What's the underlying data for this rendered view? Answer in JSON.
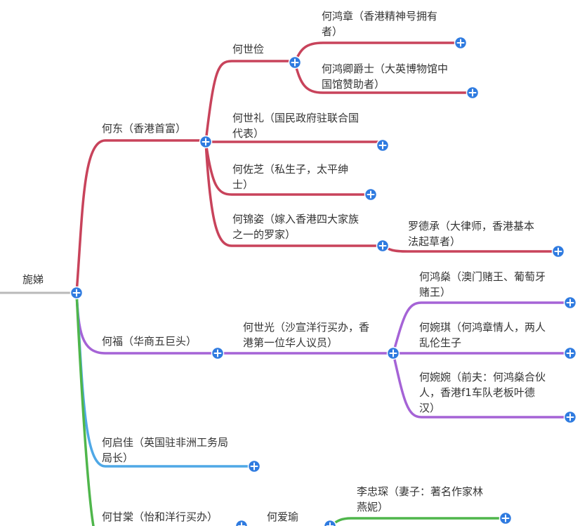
{
  "colors": {
    "root_line": "#b9b9b9",
    "red": "#c8435b",
    "purple": "#a563d6",
    "blue": "#4fa8e6",
    "green": "#4fb64b",
    "node_fill": "#2f7be0",
    "text": "#333333"
  },
  "root": {
    "label": "旎娣"
  },
  "branches": {
    "hedong": {
      "label": "何东（香港首富）"
    },
    "heshijian": {
      "label": "何世俭"
    },
    "hehongzhang": {
      "line1": "何鸿章（香港精神号拥有",
      "line2": "者）"
    },
    "hehongqing": {
      "line1": "何鸿卿爵士（大英博物馆中",
      "line2": "国馆赞助者）"
    },
    "heshili": {
      "line1": "何世礼（国民政府驻联合国",
      "line2": "代表）"
    },
    "hezuozhi": {
      "line1": "何佐芝（私生子，太平绅",
      "line2": "士）"
    },
    "hejinzi": {
      "line1": "何锦姿（嫁入香港四大家族",
      "line2": "之一的罗家）"
    },
    "luodecheng": {
      "line1": "罗德承（大律师，香港基本",
      "line2": "法起草者）"
    },
    "hefu": {
      "label": "何福（华商五巨头）"
    },
    "heshiguang": {
      "line1": "何世光（沙宣洋行买办，香",
      "line2": "港第一位华人议员）"
    },
    "hehongshen": {
      "line1": "何鸿燊（澳门赌王、葡萄牙",
      "line2": "赌王）"
    },
    "hewanqi": {
      "line1": "何婉琪（何鸿章情人，两人",
      "line2": "乱伦生子"
    },
    "hewanwan": {
      "line1": "何婉婉（前夫：何鸿燊合伙",
      "line2": "人，香港f1车队老板叶德",
      "line3": "汉）"
    },
    "heqijia": {
      "line1": "何启佳（英国驻非洲工务局",
      "line2": "局长）"
    },
    "heganlang": {
      "label": "何甘棠（怡和洋行买办）"
    },
    "heaiyu": {
      "label": "何爱瑜"
    },
    "lizhongchen": {
      "line1": "李忠琛（妻子：著名作家林",
      "line2": "燕妮）"
    }
  },
  "icons": {
    "expand": "plus-circle-icon"
  }
}
